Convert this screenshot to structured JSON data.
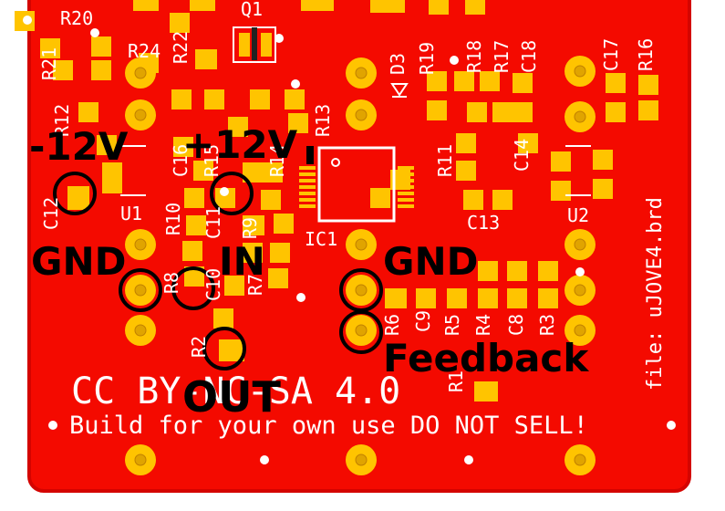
{
  "board": {
    "colors": {
      "copper": "#f40a00",
      "board_edge": "#d40400",
      "pad": "#ffc400",
      "pad_dark": "#e0a400",
      "silkscreen": "#ffffff",
      "annotation": "#000000"
    },
    "file_label": "file: uJOVE4.brd",
    "license_line": "CC BY-NC-SA 4.0",
    "notice_line": "Build for your own use DO NOT SELL!"
  },
  "silkscreen_labels": {
    "r20": "R20",
    "r21": "R21",
    "r24": "R24",
    "r22": "R22",
    "q1": "Q1",
    "r12": "R12",
    "r10": "R10",
    "c16": "C16",
    "r13": "R13",
    "d3": "D3",
    "r19": "R19",
    "r18": "R18",
    "r17": "R17",
    "c18": "C18",
    "c17": "C17",
    "r16": "R16",
    "r11": "R11",
    "c14": "C14",
    "c13": "C13",
    "c12": "C12",
    "u1": "U1",
    "u2": "U2",
    "ic1": "IC1",
    "r6": "R6",
    "c9": "C9",
    "r5": "R5",
    "r4": "R4",
    "c8": "C8",
    "r3": "R3",
    "r2": "R2",
    "c10": "C10",
    "r8": "R8",
    "c11": "C11",
    "r9": "R9",
    "r15": "R15",
    "r14": "R14",
    "r7": "R7",
    "r1": "R1"
  },
  "annotations": {
    "minus12v": "-12V",
    "plus12v": "+12V",
    "gnd_left": "GND",
    "in": "IN",
    "gnd_right": "GND",
    "feedback": "Feedback",
    "out": "OUT"
  }
}
